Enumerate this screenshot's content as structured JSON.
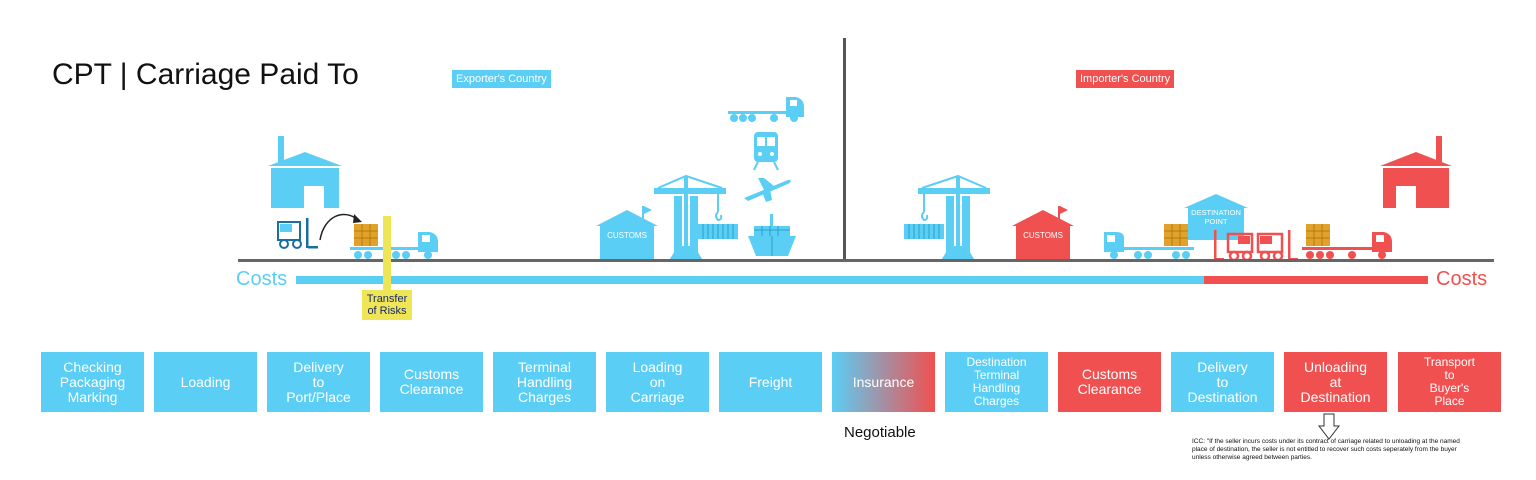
{
  "title": "CPT | Carriage Paid To",
  "regions": {
    "exporter": "Exporter's Country",
    "importer": "Importer's Country"
  },
  "costs": {
    "left": "Costs",
    "right": "Costs"
  },
  "transfer_of_risks": "Transfer\nof Risks",
  "customs_label": "CUSTOMS",
  "destination_point_label": "DESTINATION\nPOINT",
  "steps": [
    {
      "label": "Checking\nPackaging\nMarking",
      "payer": "seller"
    },
    {
      "label": "Loading",
      "payer": "seller"
    },
    {
      "label": "Delivery\nto\nPort/Place",
      "payer": "seller"
    },
    {
      "label": "Customs\nClearance",
      "payer": "seller"
    },
    {
      "label": "Terminal\nHandling\nCharges",
      "payer": "seller"
    },
    {
      "label": "Loading\non\nCarriage",
      "payer": "seller"
    },
    {
      "label": "Freight",
      "payer": "seller"
    },
    {
      "label": "Insurance",
      "payer": "negotiable"
    },
    {
      "label": "Destination\nTerminal\nHandling\nCharges",
      "payer": "seller"
    },
    {
      "label": "Customs\nClearance",
      "payer": "buyer"
    },
    {
      "label": "Delivery\nto\nDestination",
      "payer": "seller"
    },
    {
      "label": "Unloading\nat\nDestination",
      "payer": "buyer"
    },
    {
      "label": "Transport\nto\nBuyer's\nPlace",
      "payer": "buyer"
    }
  ],
  "negotiable": "Negotiable",
  "icc_note": "ICC: \"If the seller incurs costs under its contract of carriage related to unloading at the named place of destination, the seller is not entitled to recover such costs seperately from the buyer unless otherwise agreed between parties.",
  "colors": {
    "seller": "#5bcef5",
    "buyer": "#f0504f",
    "risk": "#eee557",
    "risk_text": "#1a2a6b"
  },
  "icons": [
    "warehouse-icon",
    "forklift-icon",
    "truck-icon",
    "train-icon",
    "airplane-icon",
    "ship-icon",
    "crane-icon",
    "container-icon",
    "customs-house-icon"
  ]
}
